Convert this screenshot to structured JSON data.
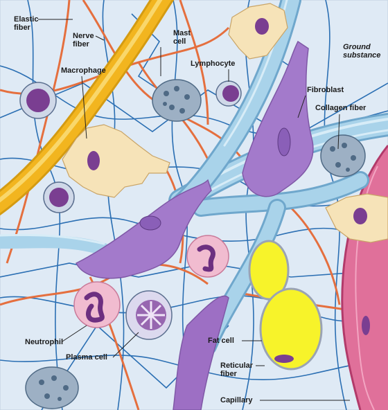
{
  "figure": {
    "labels": {
      "elastic_fiber": "Elastic\nfiber",
      "nerve_fiber": "Nerve\nfiber",
      "mast_cell": "Mast\ncell",
      "macrophage": "Macrophage",
      "lymphocyte": "Lymphocyte",
      "ground_substance": "Ground\nsubstance",
      "fibroblast": "Fibroblast",
      "collagen_fiber": "Collagen fiber",
      "neutrophil": "Neutrophil",
      "plasma_cell": "Plasma cell",
      "fat_cell": "Fat cell",
      "reticular_fiber": "Reticular\nfiber",
      "capillary": "Capillary"
    },
    "colors": {
      "background": "#dfeaf5",
      "elastic_fiber": "#f2b51f",
      "nerve_fiber": "#e56f3e",
      "reticular_fiber": "#2b6fb3",
      "collagen_fiber": "#a9d3ea",
      "fibroblast": "#a37acb",
      "macrophage": "#f6e3b8",
      "fat_cell": "#f7f32a",
      "capillary": "#e0709a",
      "nucleus": "#7a3e91"
    }
  }
}
